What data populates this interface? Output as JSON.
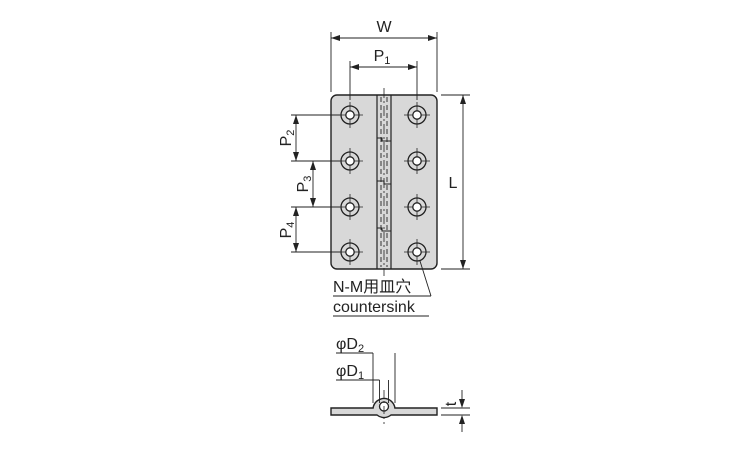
{
  "drawing": {
    "colors": {
      "line": "#222222",
      "plate_fill": "#d8d8d8",
      "background": "#ffffff"
    },
    "top_view": {
      "width_label": "W",
      "p1": {
        "main": "P",
        "sub": "1"
      },
      "p2": {
        "main": "P",
        "sub": "2"
      },
      "p3": {
        "main": "P",
        "sub": "3"
      },
      "p4": {
        "main": "P",
        "sub": "4"
      },
      "length_label": "L",
      "countersink_note": {
        "line1": "N-M用皿穴",
        "line2": "countersink"
      }
    },
    "side_view": {
      "d2": {
        "main": "φD",
        "sub": "2"
      },
      "d1": {
        "main": "φD",
        "sub": "1"
      },
      "thickness_label": "t"
    }
  }
}
